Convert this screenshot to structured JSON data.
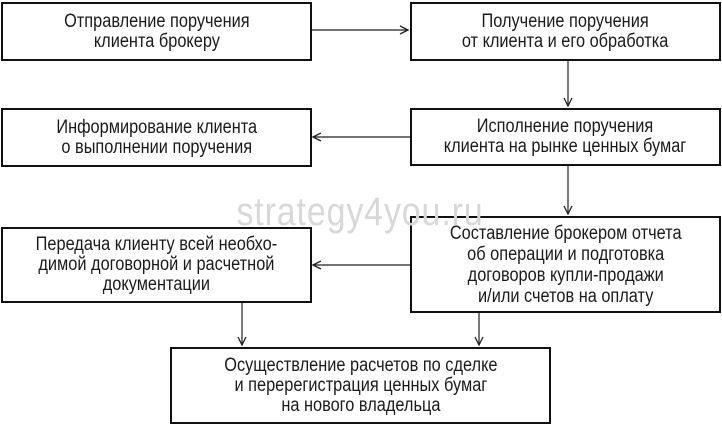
{
  "boxes": {
    "b1": "Отправление поручения\nклиента брокеру",
    "b2": "Получение поручения\nот клиента и его обработка",
    "b3": "Информирование клиента\nо выполнении поручения",
    "b4": "Исполнение поручения\nклиента на рынке ценных бумаг",
    "b5": "Передача клиенту всей необхо-\nдимой договорной и расчетной\nдокументации",
    "b6": "Составление брокером отчета\nоб операции и подготовка\nдоговоров купли-продажи\nи/или счетов на оплату",
    "b7": "Осуществление расчетов по сделке\nи перерегистрация ценных бумаг\nна нового владельца"
  },
  "watermark": "strategy4you.ru"
}
